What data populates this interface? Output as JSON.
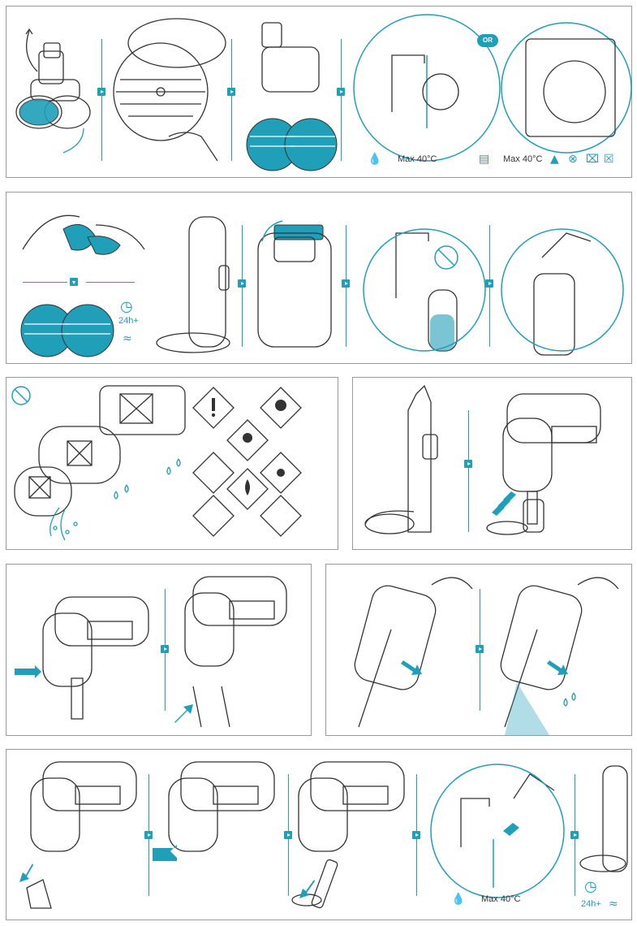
{
  "colors": {
    "accent": "#1f9fb8",
    "line": "#333333",
    "frame": "#9a9a9a"
  },
  "panel1": {
    "or_label": "OR",
    "hand_wash_label": "Max 40°C",
    "machine_wash_label": "Max 40°C",
    "icons": [
      "hand-wash-icon",
      "machine-wash-icon",
      "no-bleach-icon",
      "no-tumble-dry-icon",
      "no-dry-clean-icon",
      "no-iron-icon"
    ]
  },
  "panel2": {
    "dry_time_label": "24h+",
    "icons": [
      "clock-icon",
      "steam-icon",
      "no-detergent-icon"
    ]
  },
  "panel3": {
    "icons": [
      "prohibited-icon",
      "hazard-exclamation-icon",
      "health-hazard-icon",
      "toxic-skull-icon",
      "oxidizer-icon",
      "explosive-icon",
      "flammable-icon",
      "corrosive-icon",
      "environment-hazard-icon"
    ]
  },
  "panel7": {
    "hand_wash_label": "Max 40°C",
    "dry_time_label": "24h+"
  }
}
